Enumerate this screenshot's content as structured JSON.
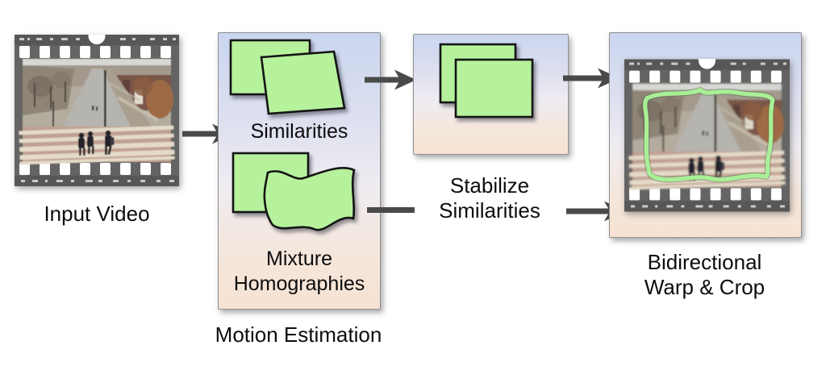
{
  "figure": {
    "nodes": {
      "input": {
        "caption": "Input Video"
      },
      "motion_estimation": {
        "caption": "Motion Estimation",
        "similarities_label": "Similarities",
        "mixture_line1": "Mixture",
        "mixture_line2": "Homographies"
      },
      "stabilize_similarities": {
        "line1": "Stabilize",
        "line2": "Similarities"
      },
      "bidirectional_warp": {
        "line1": "Bidirectional",
        "line2": "Warp & Crop"
      }
    },
    "icons": {
      "input_film_strip": "film-strip-icon",
      "similarity_frames": "frame-pair-icon",
      "mixture_frames": "warped-frame-pair-icon",
      "stabilized_frames": "frame-pair-icon",
      "output_film_strip": "film-strip-warped-crop-icon",
      "flow_arrows": "arrow-right-icon"
    },
    "colors": {
      "background": "#ffffff",
      "frame_green": "#b6f19c",
      "shape_stroke": "#141414",
      "panel_gradient_top": "#cad6f0",
      "panel_gradient_bottom": "#f7e2d2",
      "arrow_gray": "#4a4a4a",
      "warp_outline_green": "#a9ef96",
      "film_gray": "#646464",
      "text": "#111111"
    }
  }
}
